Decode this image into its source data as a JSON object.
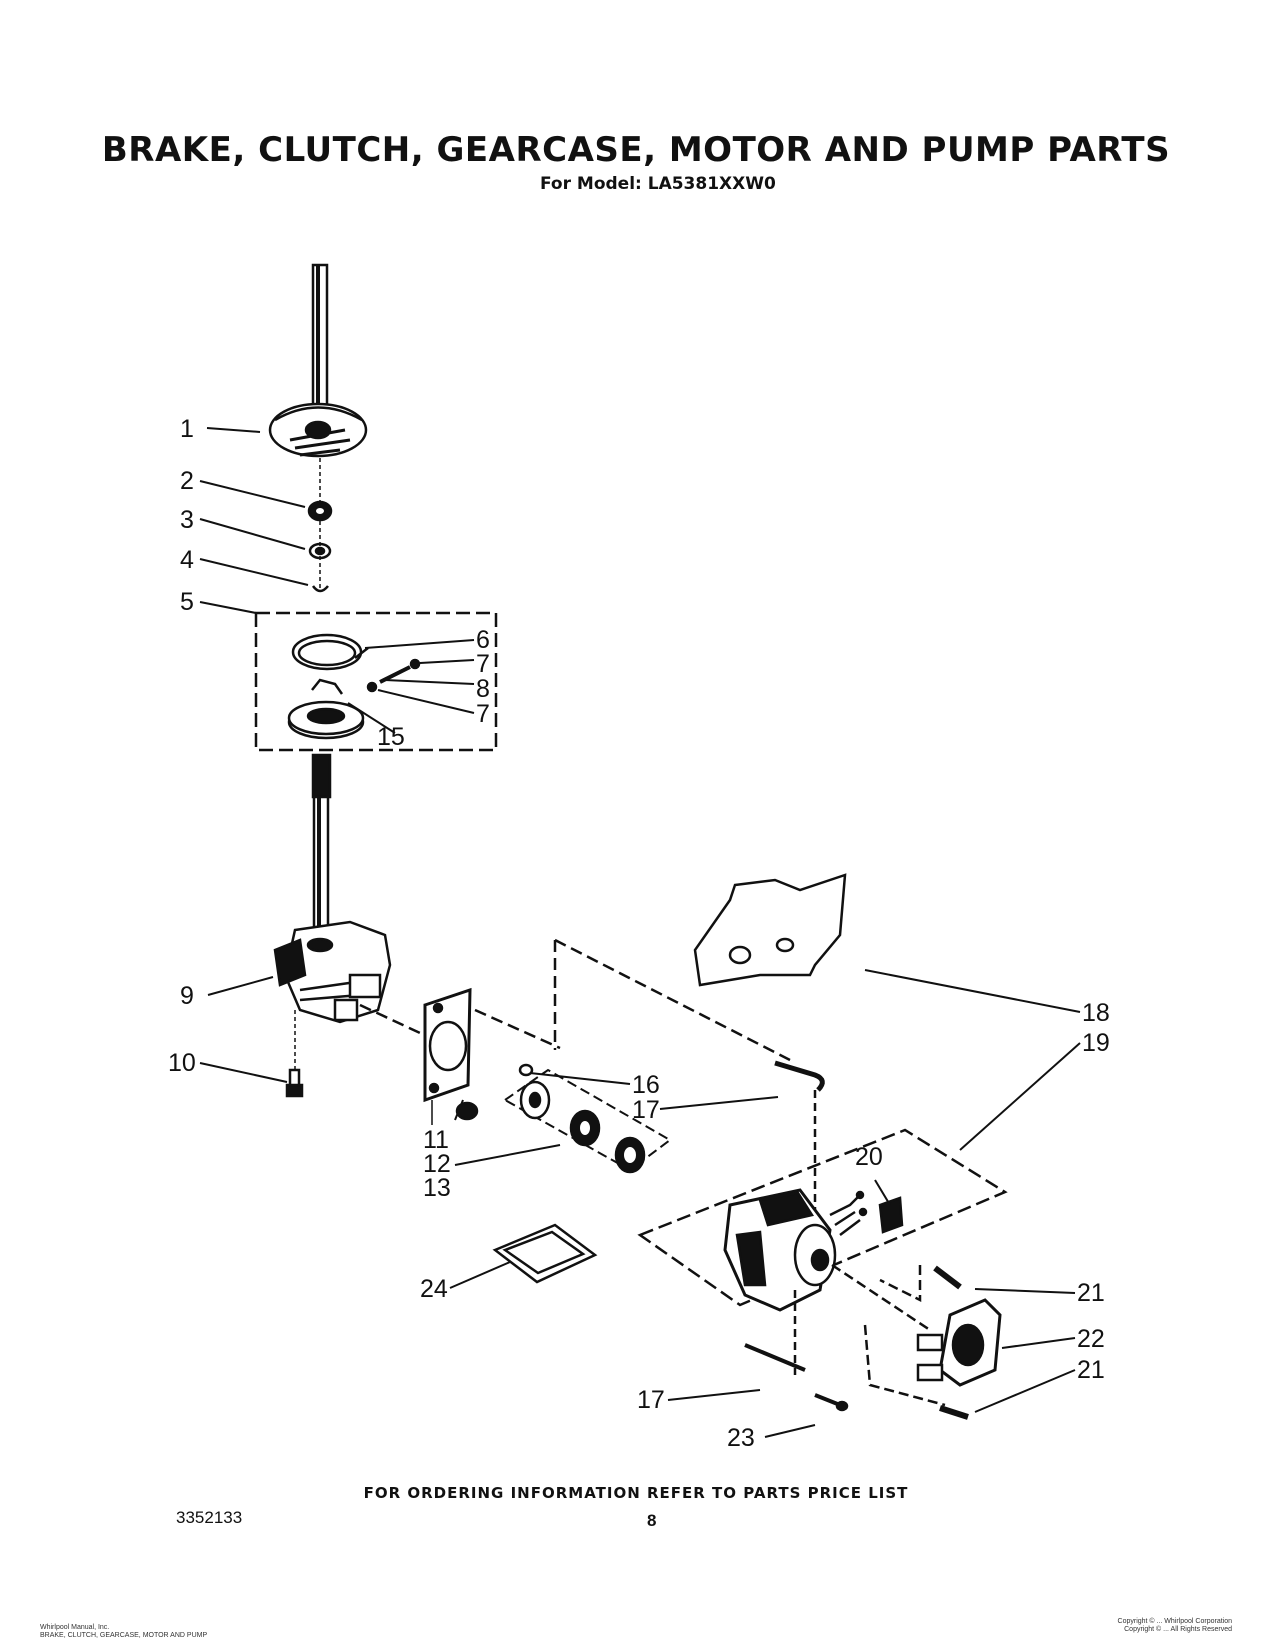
{
  "title": "BRAKE, CLUTCH, GEARCASE, MOTOR AND PUMP PARTS",
  "subtitle": "For Model: LA5381XXW0",
  "footer_note": "FOR ORDERING INFORMATION REFER TO PARTS PRICE LIST",
  "doc_number": "3352133",
  "page_number": "8",
  "fineprint_left": [
    "Whirlpool Manual, Inc.",
    "BRAKE, CLUTCH, GEARCASE, MOTOR AND PUMP"
  ],
  "fineprint_right": [
    "Copyright © ... Whirlpool Corporation",
    "Copyright © ... All Rights Reserved"
  ],
  "callouts": [
    "1",
    "2",
    "3",
    "4",
    "5",
    "6",
    "7",
    "8",
    "7",
    "15",
    "9",
    "10",
    "11",
    "12",
    "13",
    "16",
    "17",
    "18",
    "19",
    "20",
    "21",
    "22",
    "21",
    "17",
    "23",
    "24"
  ]
}
